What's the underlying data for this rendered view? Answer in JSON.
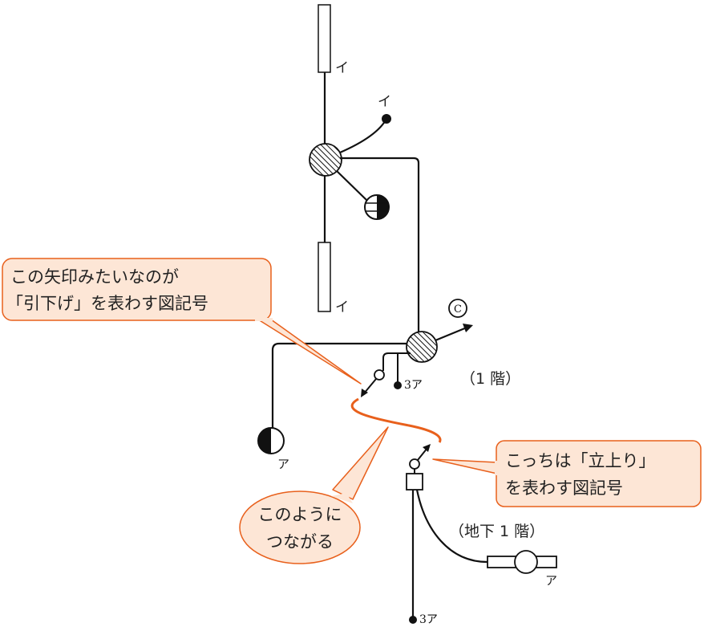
{
  "diagram": {
    "callout_down": {
      "line1": "この矢印みたいなのが",
      "line2": "「引下げ」を表わす図記号"
    },
    "callout_up": {
      "line1": "こっちは「立上り」",
      "line2": "を表わす図記号"
    },
    "callout_connect": {
      "line1": "このように",
      "line2": "つながる"
    },
    "floor_1": "（1 階）",
    "floor_b1": "（地下 1 階）",
    "label_i_top": "イ",
    "label_i_dot": "イ",
    "label_i_mid": "イ",
    "label_c": "C",
    "label_3a_upper": "3ア",
    "label_a_left": "ア",
    "label_a_right": "ア",
    "label_3a_bottom": "3ア",
    "colors": {
      "accent": "#e8601c",
      "callout_fill": "#fde6d6",
      "line": "#111111"
    }
  }
}
